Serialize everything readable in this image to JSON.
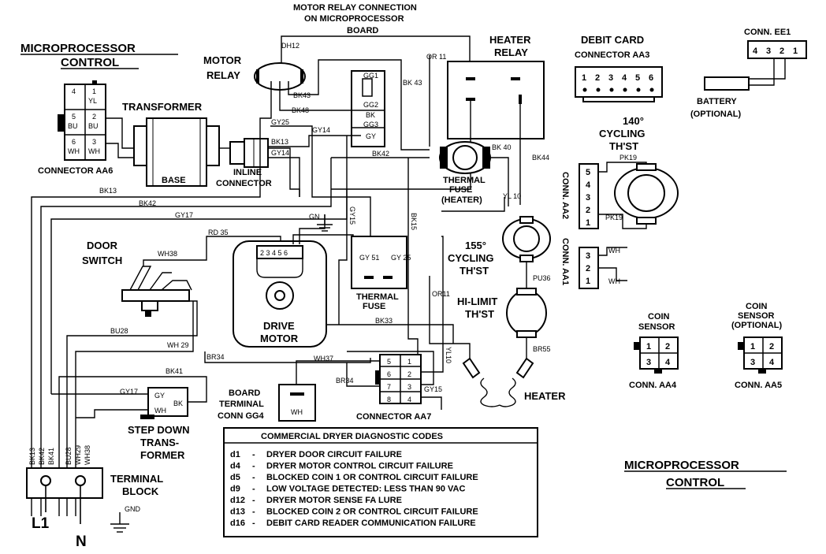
{
  "titles": {
    "micro_top": "MICROPROCESSOR CONTROL",
    "micro_top_1": "MICROPROCESSOR",
    "micro_top_2": "CONTROL",
    "micro_bottom_1": "MICROPROCESSOR",
    "micro_bottom_2": "CONTROL",
    "motor_relay_conn_1": "MOTOR RELAY CONNECTION",
    "motor_relay_conn_2": "ON MICROPROCESSOR",
    "motor_relay_conn_3": "BOARD"
  },
  "components": {
    "transformer": "TRANSFORMER",
    "base": "BASE",
    "inline_1": "INLINE",
    "inline_2": "CONNECTOR",
    "connector_aa6": "CONNECTOR AA6",
    "motor_relay_1": "MOTOR",
    "motor_relay_2": "RELAY",
    "heater_relay_1": "HEATER",
    "heater_relay_2": "RELAY",
    "debit_1": "DEBIT CARD",
    "debit_2": "CONNECTOR AA3",
    "conn_ee1": "CONN. EE1",
    "battery_1": "BATTERY",
    "battery_2": "(OPTIONAL)",
    "cyc140_1": "140°",
    "cyc140_2": "CYCLING",
    "cyc140_3": "TH'ST",
    "thermal_fuse_heater_1": "THERMAL",
    "thermal_fuse_heater_2": "FUSE",
    "thermal_fuse_heater_3": "(HEATER)",
    "conn_aa2": "CONN. AA2",
    "conn_aa1": "CONN. AA1",
    "cyc155_1": "155°",
    "cyc155_2": "CYCLING",
    "cyc155_3": "TH'ST",
    "hilimit_1": "HI-LIMIT",
    "hilimit_2": "TH'ST",
    "door_1": "DOOR",
    "door_2": "SWITCH",
    "drive_1": "DRIVE",
    "drive_2": "MOTOR",
    "thermal_fuse_1": "THERMAL",
    "thermal_fuse_2": "FUSE",
    "coin_sensor_1": "COIN",
    "coin_sensor_2": "SENSOR",
    "coin_sensor_opt_1": "COIN",
    "coin_sensor_opt_2": "SENSOR",
    "coin_sensor_opt_3": "(OPTIONAL)",
    "conn_aa4": "CONN. AA4",
    "conn_aa5": "CONN. AA5",
    "heater": "HEATER",
    "board_term_1": "BOARD",
    "board_term_2": "TERMINAL",
    "board_term_3": "CONN GG4",
    "connector_aa7": "CONNECTOR AA7",
    "stepdown_1": "STEP DOWN",
    "stepdown_2": "TRANS-",
    "stepdown_3": "FORMER",
    "terminal_1": "TERMINAL",
    "terminal_2": "BLOCK",
    "l1": "L1",
    "n": "N",
    "gnd": "GND",
    "gn": "GN"
  },
  "wires": {
    "dh12": "DH12",
    "bk43a": "BK43",
    "bk43b": "BK 43",
    "or11": "OR 11",
    "bk48": "BK48",
    "gy25": "GY25",
    "gy14a": "GY14",
    "gy14b": "GY14",
    "bk13a": "BK13",
    "bk13b": "BK13",
    "bk42a": "BK42",
    "bk42b": "BK42",
    "bk40": "BK 40",
    "bk44": "BK44",
    "yl10": "YL 10",
    "pk19a": "PK19",
    "pk19b": "PK19",
    "gy17a": "GY17",
    "gy17b": "GY17",
    "gy15a": "GY15",
    "gy15b": "GY15",
    "bk15": "BK15",
    "rd35": "RD 35",
    "wh38": "WH38",
    "gy51": "GY 51",
    "gy25b": "GY 25",
    "or11b": "OR11",
    "pu36": "PU36",
    "bk33": "BK33",
    "bu28": "BU28",
    "wh29": "WH 29",
    "br34a": "BR34",
    "br34b": "BR34",
    "wh37": "WH37",
    "yl10b": "YL10",
    "br55": "BR55",
    "bk41": "BK41",
    "wh": "WH",
    "gy": "GY",
    "bk": "BK",
    "term_labels": [
      "BK13",
      "BK42",
      "BK41",
      "BU28",
      "WH29",
      "WH38"
    ]
  },
  "pins": {
    "aa6": [
      "4",
      "1 YL",
      "5 BU",
      "2 BU",
      "6 WH",
      "3 WH"
    ],
    "aa6_cells": [
      [
        "4",
        ""
      ],
      [
        "1",
        "YL"
      ],
      [
        "5",
        "BU"
      ],
      [
        "2",
        "BU"
      ],
      [
        "6",
        "WH"
      ],
      [
        "3",
        "WH"
      ]
    ],
    "debit": [
      "1",
      "2",
      "3",
      "4",
      "5",
      "6"
    ],
    "ee1": [
      "4",
      "3",
      "2",
      "1"
    ],
    "aa2": [
      "5",
      "4",
      "3",
      "2",
      "1"
    ],
    "aa1": [
      "3",
      "2",
      "1"
    ],
    "coin": [
      "1",
      "2",
      "3",
      "4"
    ],
    "aa7": [
      "5",
      "1",
      "6",
      "2",
      "7",
      "3",
      "8",
      "4"
    ],
    "gg": [
      "GG1",
      "GG2",
      "GG3"
    ],
    "motor": "2 3 4 5 6"
  },
  "diagnostics": {
    "title": "COMMERCIAL DRYER DIAGNOSTIC CODES",
    "codes": [
      {
        "code": "d1",
        "sep": "-",
        "desc": "DRYER DOOR CIRCUIT FAILURE"
      },
      {
        "code": "d4",
        "sep": "-",
        "desc": "DRYER MOTOR CONTROL CIRCUIT FAILURE"
      },
      {
        "code": "d5",
        "sep": "-",
        "desc": "BLOCKED COIN 1 OR CONTROL CIRCUIT FAILURE"
      },
      {
        "code": "d9",
        "sep": "-",
        "desc": "LOW VOLTAGE DETECTED: LESS THAN 90 VAC"
      },
      {
        "code": "d12",
        "sep": "-",
        "desc": "DRYER MOTOR SENSE FA LURE"
      },
      {
        "code": "d13",
        "sep": "-",
        "desc": "BLOCKED COIN 2 OR CONTROL CIRCUIT FAILURE"
      },
      {
        "code": "d16",
        "sep": "-",
        "desc": "DEBIT CARD READER COMMUNICATION FAILURE"
      }
    ]
  }
}
